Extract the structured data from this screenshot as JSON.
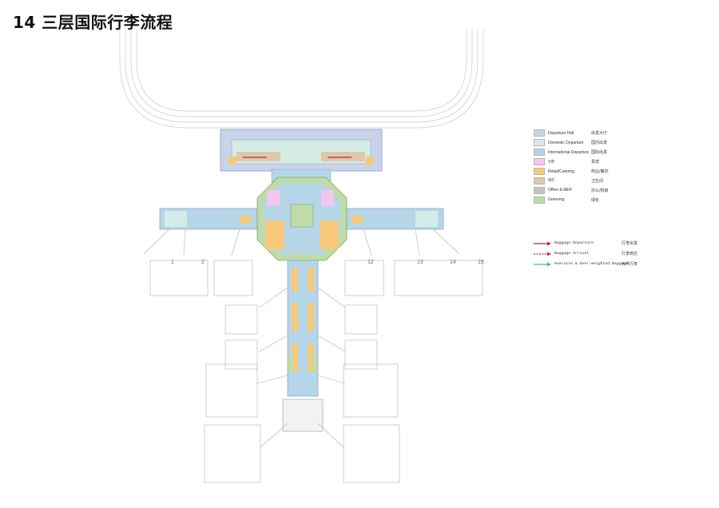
{
  "title": "14 三层国际行李流程",
  "legend": [
    {
      "en": "Departure Hall",
      "cn": "出发大厅",
      "color": "#c9d3ea"
    },
    {
      "en": "Domestic Departure",
      "cn": "国内出发",
      "color": "#d5ebe6"
    },
    {
      "en": "International Departure",
      "cn": "国际出发",
      "color": "#b4d6e8"
    },
    {
      "en": "VIP",
      "cn": "贵宾",
      "color": "#f3c6ef"
    },
    {
      "en": "Retail/Catering",
      "cn": "商业/餐饮",
      "color": "#f6c97a"
    },
    {
      "en": "WC",
      "cn": "卫生间",
      "color": "#ddc8aa"
    },
    {
      "en": "Office & MEP",
      "cn": "办公/机房",
      "color": "#c2c2c2"
    },
    {
      "en": "Greening",
      "cn": "绿化",
      "color": "#bfdca8"
    }
  ],
  "flows": [
    {
      "en": "Baggage Departure",
      "cn": "行李出发",
      "color": "#c0263c",
      "style": "solid"
    },
    {
      "en": "Baggage Arrival",
      "cn": "行李到达",
      "color": "#c0263c",
      "style": "dashed"
    },
    {
      "en": "Oversize & Over-weighted Baggage",
      "cn": "大件行李",
      "color": "#4aa6dc",
      "style": "solid"
    }
  ],
  "gates": [
    "1",
    "2",
    "12",
    "13",
    "14",
    "15"
  ]
}
